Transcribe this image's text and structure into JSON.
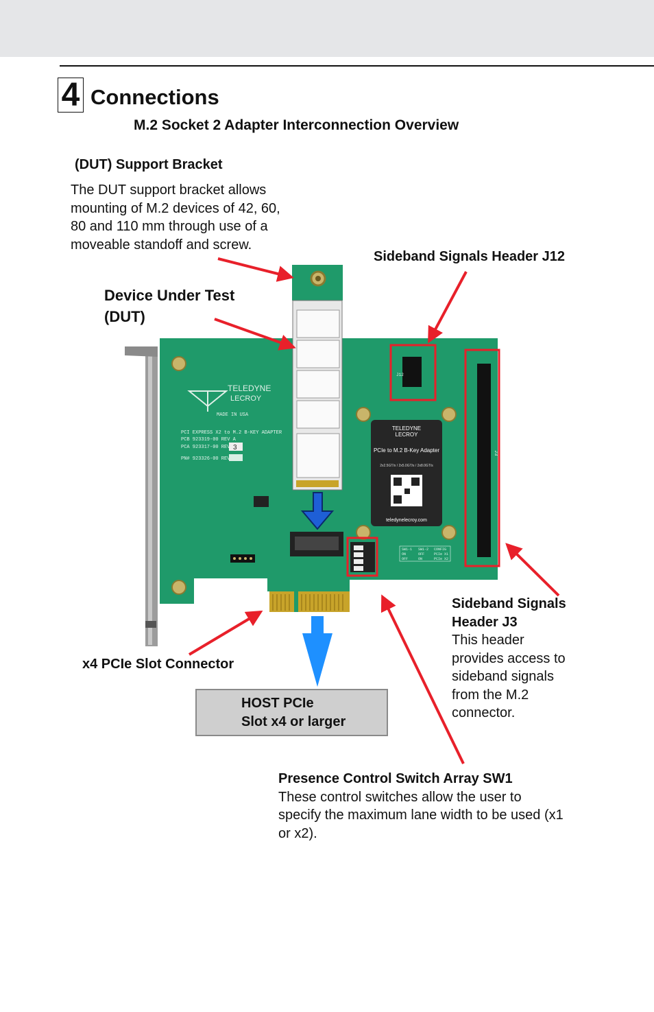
{
  "chapter": {
    "number": "4",
    "title": "Connections"
  },
  "figure_title": "M.2 Socket 2 Adapter Interconnection Overview",
  "callouts": {
    "bracket": {
      "title": "(DUT) Support Bracket",
      "lines": [
        "The DUT support bracket allows",
        "mounting of M.2 devices of 42, 60,",
        "80 and 110 mm through use of a",
        "moveable standoff and screw."
      ]
    },
    "dut": {
      "lines": [
        "Device Under Test",
        "(DUT)"
      ]
    },
    "j12": {
      "title": "Sideband Signals Header J12"
    },
    "j3": {
      "title_lines": [
        "Sideband Signals",
        "Header J3"
      ],
      "lines": [
        "This header",
        "provides access to",
        "sideband signals",
        "from the M.2",
        "connector."
      ]
    },
    "pcie_slot": {
      "title": "x4 PCIe Slot Connector"
    },
    "host": {
      "lines": [
        "HOST PCIe",
        "Slot x4 or larger"
      ]
    },
    "sw1": {
      "title": "Presence Control Switch Array SW1",
      "lines": [
        "These control switches allow the user to",
        "specify the maximum lane width to be used (x1",
        "or x2)."
      ]
    }
  },
  "board": {
    "brand": "TELEDYNE",
    "brand_sub": "LECROY",
    "made_in": "MADE IN USA",
    "silk": [
      "PCI EXPRESS X2 to M.2 B-KEY ADAPTER",
      "PCB 923319-00 REV A",
      "PCA 923317-00 REV",
      "PN# 923326-00 REV"
    ],
    "rev_value": "3",
    "label_title": "PCIe to M.2 B-Key Adapter",
    "label_speeds": "2x2.5GT/s / 2x5.0GT/s / 2x8.0GT/s",
    "label_url": "teledynelecroy.com",
    "sw_table": [
      "SW1-1",
      "SW1-2",
      "CONFIG",
      "ON",
      "OFF",
      "PCIe X1",
      "OFF",
      "ON",
      "PCIe X2"
    ],
    "header_j3": "J3",
    "header_j12": "J12"
  },
  "colors": {
    "board_green": "#1f9a6a",
    "arrow_red": "#e8202a",
    "arrow_blue": "#1e90ff",
    "host_box": "#cfcfcf"
  }
}
